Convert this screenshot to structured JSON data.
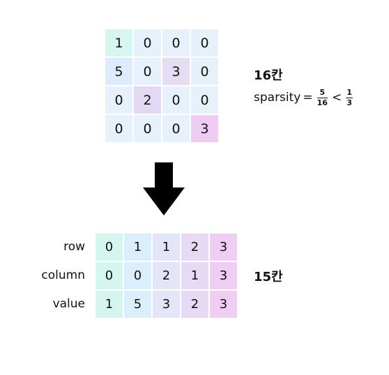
{
  "matrix": {
    "rows": [
      [
        "1",
        "0",
        "0",
        "0"
      ],
      [
        "5",
        "0",
        "3",
        "0"
      ],
      [
        "0",
        "2",
        "0",
        "0"
      ],
      [
        "0",
        "0",
        "0",
        "3"
      ]
    ],
    "cell_colors": [
      [
        "#d6f6ef",
        "#e7f1fb",
        "#e7f1fb",
        "#e7f1fb"
      ],
      [
        "#dcecfb",
        "#e7f1fb",
        "#e4ddf4",
        "#e7f1fb"
      ],
      [
        "#e7f1fb",
        "#e2d9f2",
        "#e7f1fb",
        "#e7f1fb"
      ],
      [
        "#e7f1fb",
        "#e7f1fb",
        "#e7f1fb",
        "#efcdf3"
      ]
    ],
    "cell_count_label": "16칸",
    "sparsity": {
      "label": "sparsity",
      "equals": "=",
      "frac1_num": "5",
      "frac1_den": "16",
      "less_than": "<",
      "frac2_num": "1",
      "frac2_den": "3"
    }
  },
  "coo": {
    "labels": [
      "row",
      "column",
      "value"
    ],
    "rows": [
      [
        "0",
        "1",
        "1",
        "2",
        "3"
      ],
      [
        "0",
        "0",
        "2",
        "1",
        "3"
      ],
      [
        "1",
        "5",
        "3",
        "2",
        "3"
      ]
    ],
    "column_colors": [
      "#d4f6ee",
      "#dbeefb",
      "#e3e5f8",
      "#e6daf4",
      "#f0cdf3"
    ],
    "cell_count_label": "15칸"
  },
  "arrow_color": "#000000"
}
